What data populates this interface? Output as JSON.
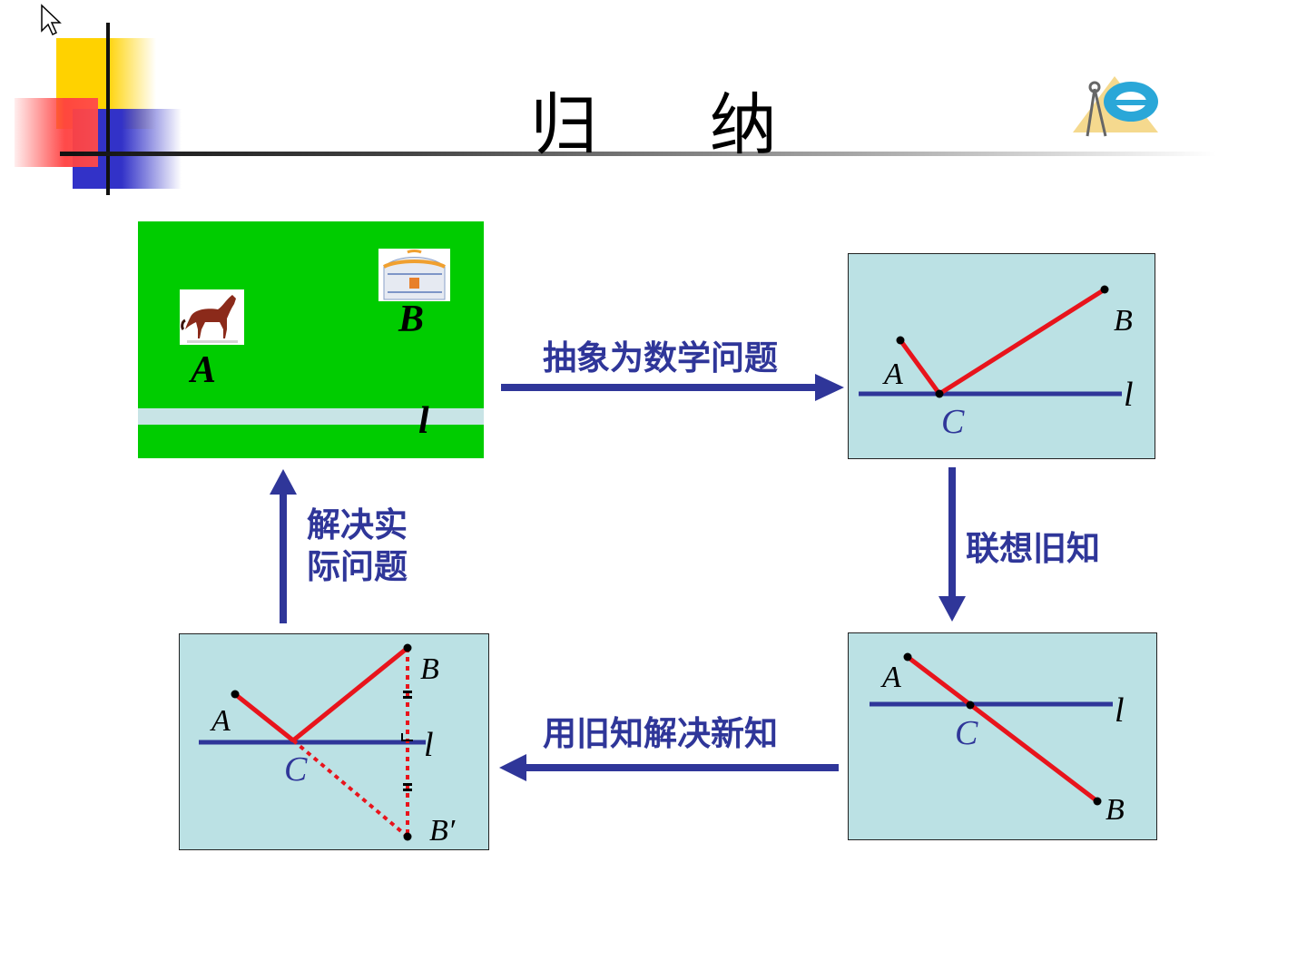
{
  "slide": {
    "title": "归  纳"
  },
  "colors": {
    "arrow": "#2f3699",
    "segment": "#e8141c",
    "line_l": "#2f3699",
    "panel_bg": "#bbe1e4",
    "field_green": "#00cc00",
    "road": "#c8e4e6"
  },
  "icons": {
    "cursor": "mouse-pointer-icon",
    "logo": "geometry-tools-logo-icon",
    "horse": "horse-picture",
    "yurt": "yurt-picture"
  },
  "captions": {
    "abstract": "抽象为数学问题",
    "recall": "联想旧知",
    "apply": "用旧知解决新知",
    "solve": [
      "解决实",
      "际问题"
    ]
  },
  "scene": {
    "label_a": "A",
    "label_b": "B",
    "label_l": "l"
  },
  "panel1": {
    "label_a": "A",
    "label_b": "B",
    "label_c": "C",
    "label_l": "l"
  },
  "panel2": {
    "label_a": "A",
    "label_b": "B",
    "label_c": "C",
    "label_l": "l"
  },
  "panel3": {
    "label_a": "A",
    "label_b": "B",
    "label_c": "C",
    "label_l": "l",
    "label_b_prime": "B′"
  }
}
